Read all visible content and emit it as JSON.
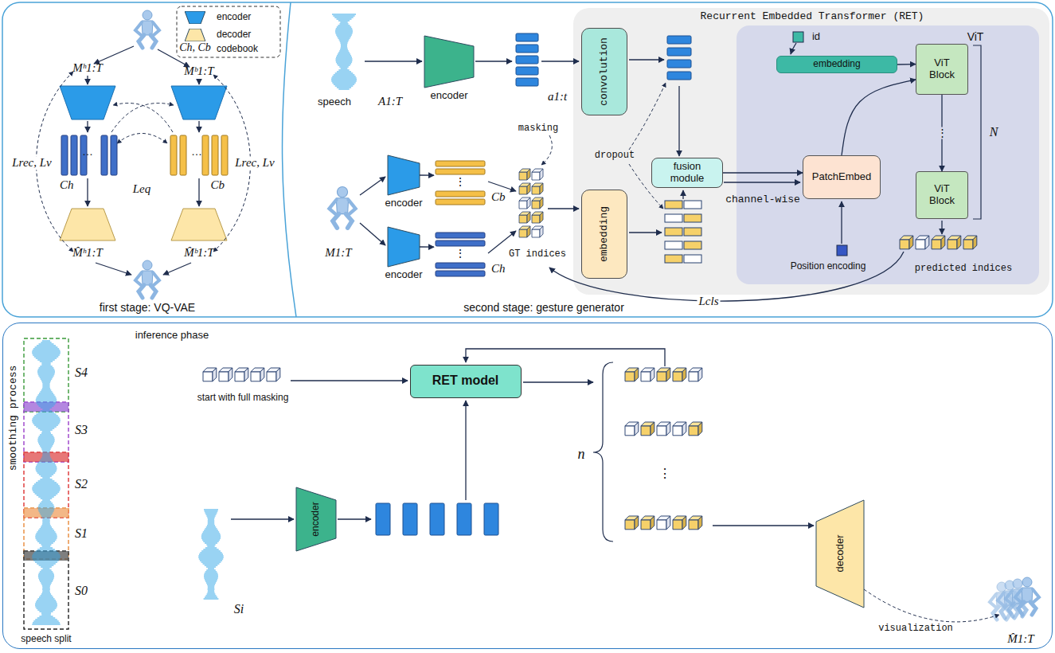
{
  "diagram": {
    "nodes": [
      {
        "text": [
          "first stage: VQ-VAE"
        ]
      },
      {
        "text": [
          "Ch"
        ],
        "in": 0
      },
      {
        "text": [
          "Cb"
        ],
        "in": 0
      },
      {
        "text": [
          "second stage: gesture generator"
        ]
      },
      {
        "text": [
          "encoder"
        ],
        "in": 3
      },
      {
        "text": [
          "encoder"
        ],
        "in": 3
      },
      {
        "text": [
          "encoder"
        ],
        "in": 3
      },
      {
        "text": [
          "Cb"
        ],
        "in": 3
      },
      {
        "text": [
          "Ch"
        ],
        "in": 3
      },
      {
        "text": [
          "Recurrent Embedded Transformer (RET)"
        ],
        "in": 3
      },
      {
        "text": [
          "convolution"
        ],
        "in": 9
      },
      {
        "text": [
          "fusion module"
        ],
        "in": 9
      },
      {
        "text": [
          "embedding"
        ],
        "in": 9
      },
      {
        "text": [
          "ViT"
        ],
        "in": 9
      },
      {
        "text": [
          "embedding"
        ],
        "in": 13
      },
      {
        "text": [
          "PatchEmbed"
        ],
        "in": 13
      },
      {
        "text": [
          "ViT Block"
        ],
        "in": 13
      },
      {
        "text": [
          "ViT Block"
        ],
        "in": 13
      },
      {
        "text": [
          "inference phase"
        ]
      },
      {
        "text": [
          "RET model"
        ],
        "in": 18
      },
      {
        "text": [
          "encoder"
        ],
        "in": 18
      },
      {
        "text": [
          "decoder"
        ],
        "in": 18
      }
    ],
    "edges": [
      {
        "from": 5,
        "to": 7,
        "arrow": "to"
      },
      {
        "from": 6,
        "to": 8,
        "arrow": "to"
      },
      {
        "from": 14,
        "to": 16,
        "arrow": "to"
      },
      {
        "from": 11,
        "to": 15,
        "arrow": "to",
        "label": "channel-wise"
      },
      {
        "from": 15,
        "to": 16,
        "arrow": "to"
      },
      {
        "from": 16,
        "to": 17,
        "arrow": "to",
        "label": "⋮"
      }
    ],
    "labels": [
      "Mʰ1:T",
      "Mᵇ1:T",
      "Leq",
      "Lrec, Lv",
      "Lrec, Lv",
      "M̂ʰ1:T",
      "M̂ᵇ1:T",
      "Ch, Cb",
      "speech",
      "A1:T",
      "a1:t",
      "dropout",
      "id",
      "N",
      "Position encoding",
      "predicted indices",
      "masking",
      "⋮",
      "⋮",
      "GT indices",
      "M1:T",
      "Lcls",
      "…",
      "…",
      "smoothing process",
      "S4",
      "S3",
      "S2",
      "S1",
      "S0",
      "speech split",
      "start with full masking",
      "n",
      "⋮",
      "Si",
      "visualization",
      "M̂1:T"
    ],
    "legend": [
      {
        "text": "encoder",
        "color": "#2b9be8"
      },
      {
        "text": "decoder",
        "color": "#fde6a8"
      },
      {
        "text": "codebook"
      }
    ]
  }
}
